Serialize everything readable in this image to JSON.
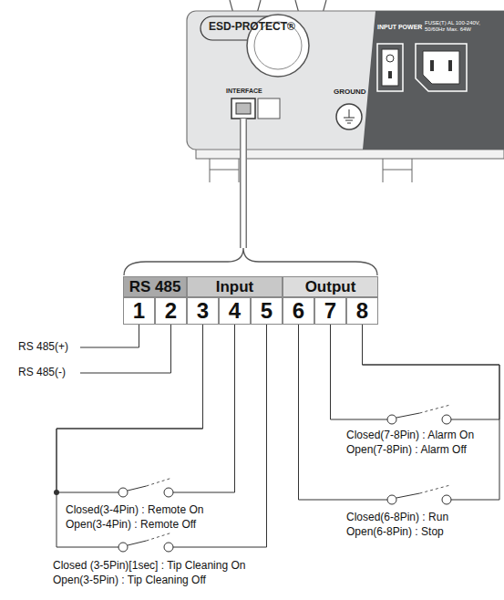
{
  "diagram": {
    "nodes": [
      {
        "text": [
          "RS 485"
        ]
      },
      {
        "text": [
          "Input"
        ]
      },
      {
        "text": [
          "Output"
        ]
      },
      {
        "text": [
          "1"
        ]
      },
      {
        "text": [
          "2"
        ]
      },
      {
        "text": [
          "3"
        ]
      },
      {
        "text": [
          "4"
        ]
      },
      {
        "text": [
          "5"
        ]
      },
      {
        "text": [
          "6"
        ]
      },
      {
        "text": [
          "7"
        ]
      },
      {
        "text": [
          "8"
        ]
      }
    ],
    "edges": [
      {
        "from": 5,
        "to": 6,
        "arrow": "none"
      },
      {
        "from": 5,
        "to": 7,
        "arrow": "none"
      },
      {
        "from": 10,
        "to": 9,
        "arrow": "none"
      },
      {
        "from": 10,
        "to": 8,
        "arrow": "none"
      }
    ],
    "labels": [
      "ESD-PROTECT®",
      "INTERFACE",
      "GROUND",
      "INPUT POWER",
      "FUSE(T) AL 100-240V, 50/60Hz Max. 64W",
      "RS 485(+)",
      "RS 485(-)",
      "Closed(3-4Pin) : Remote On",
      "Open(3-4Pin) : Remote Off",
      "Closed (3-5Pin)[1sec] : Tip Cleaning On",
      "Open(3-5Pin) : Tip Cleaning Off",
      "Closed(7-8Pin) : Alarm On",
      "Open(7-8Pin) : Alarm Off",
      "Closed(6-8Pin) : Run",
      "Open(6-8Pin) : Stop"
    ]
  }
}
